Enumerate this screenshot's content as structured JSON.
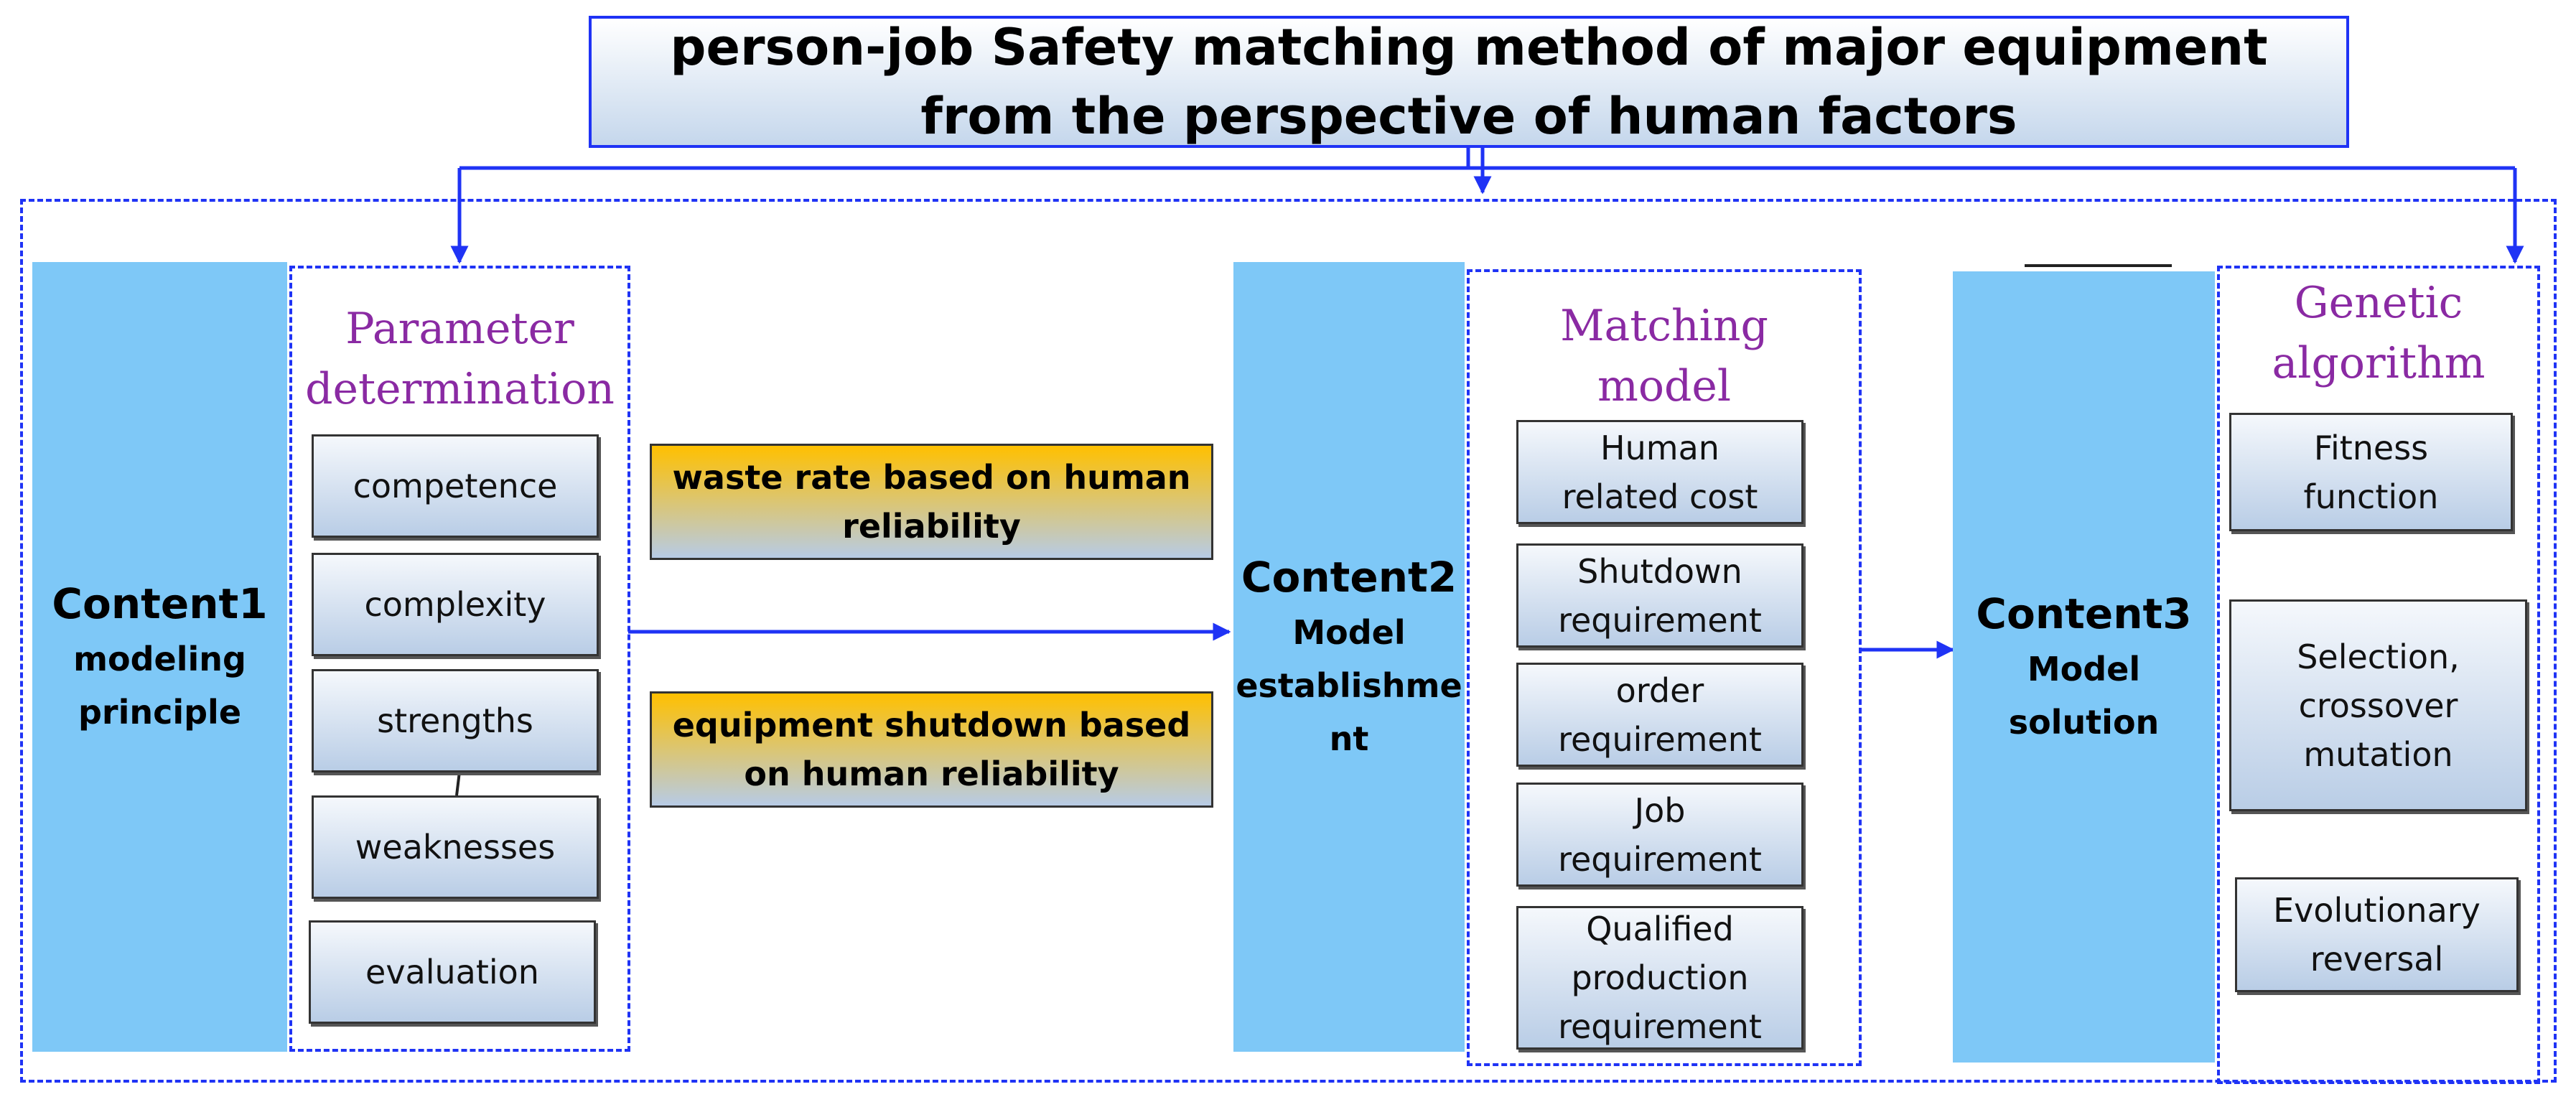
{
  "title": "person-job Safety matching method of major equipment from the perspective of human factors",
  "content1": {
    "heading": "Content1",
    "sub": "modeling\nprinciple"
  },
  "parameter": {
    "title": "Parameter\ndetermination",
    "items": [
      "competence",
      "complexity",
      "strengths",
      "weaknesses",
      "evaluation"
    ]
  },
  "notes": [
    "waste rate based on human\nreliability",
    "equipment shutdown based\non human reliability"
  ],
  "content2": {
    "heading": "Content2",
    "sub": "Model\nestablishme\nnt"
  },
  "matching": {
    "title": "Matching\nmodel",
    "items": [
      "Human\nrelated cost",
      "Shutdown\nrequirement",
      "order\nrequirement",
      "Job\nrequirement",
      "Qualified\nproduction\nrequirement"
    ]
  },
  "content3": {
    "heading": "Content3",
    "sub": "Model\nsolution"
  },
  "genetic": {
    "title": "Genetic\nalgorithm",
    "items": [
      "Fitness\nfunction",
      "Selection,\ncrossover\nmutation",
      "Evolutionary\nreversal"
    ]
  },
  "colors": {
    "frame": "#1f33f5",
    "content_fill": "#7ec8f7",
    "subtitle": "#8a2aa3",
    "note_top": "#ffc000"
  }
}
